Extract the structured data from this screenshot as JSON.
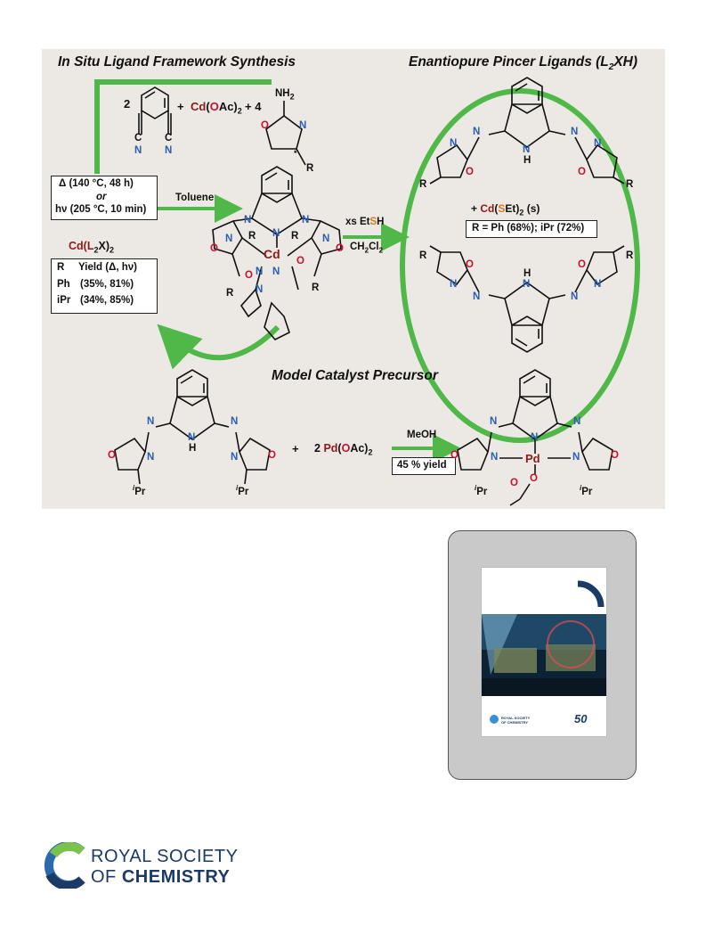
{
  "scheme": {
    "headings": {
      "top_left": "In Situ Ligand Framework Synthesis",
      "top_right": "Enantiopure Pincer Ligands (L",
      "top_right_sub": "2",
      "top_right_end": "XH)",
      "bottom": "Model Catalyst Precursor"
    },
    "reactants": {
      "coef_phthalonitrile": "2",
      "plus1": "+",
      "cd_oac": "Cd(OAc)",
      "cd_oac_sub": "2",
      "plus_four": "+ 4",
      "nh2": "NH",
      "nh2_sub": "2"
    },
    "conditions_box": {
      "line1": "Δ (140 °C, 48 h)",
      "line2": "or",
      "line3": "hν (205 °C, 10 min)"
    },
    "toluene": "Toluene",
    "cd_complex_label": "Cd(L",
    "cd_complex_sub": "2",
    "cd_complex_end": "X)",
    "cd_complex_sub2": "2",
    "yield_table": {
      "header": [
        "R",
        "Yield (Δ, hν)"
      ],
      "rows": [
        [
          "Ph",
          "(35%, 81%)"
        ],
        [
          "iPr",
          "(34%, 85%)"
        ]
      ]
    },
    "arrow2": {
      "top_label": "xs EtSH",
      "bottom_label": "CH",
      "bottom_sub1": "2",
      "bottom_cl": "Cl",
      "bottom_sub2": "2"
    },
    "byproduct": "+ Cd(SEt)",
    "byproduct_sub": "2",
    "byproduct_state": "(s)",
    "r_box": "R = Ph (68%); iPr (72%)",
    "model": {
      "plus": "+",
      "reagent": "2 Pd(OAc)",
      "reagent_sub": "2",
      "solvent": "MeOH",
      "yield": "45 % yield"
    }
  },
  "cover": {
    "publisher_line1": "ROYAL SOCIETY",
    "publisher_line2": "OF CHEMISTRY",
    "anniversary": "50"
  },
  "footer_logo": {
    "line1": "ROYAL SOCIETY",
    "line2": "OF CHEMISTRY"
  },
  "colors": {
    "green": "#4fb848",
    "nitrogen": "#2a5db0",
    "oxygen": "#c8102e",
    "sulfur": "#d9791b",
    "cadmium": "#8b1a1a",
    "logo_navy": "#1c3a66"
  }
}
